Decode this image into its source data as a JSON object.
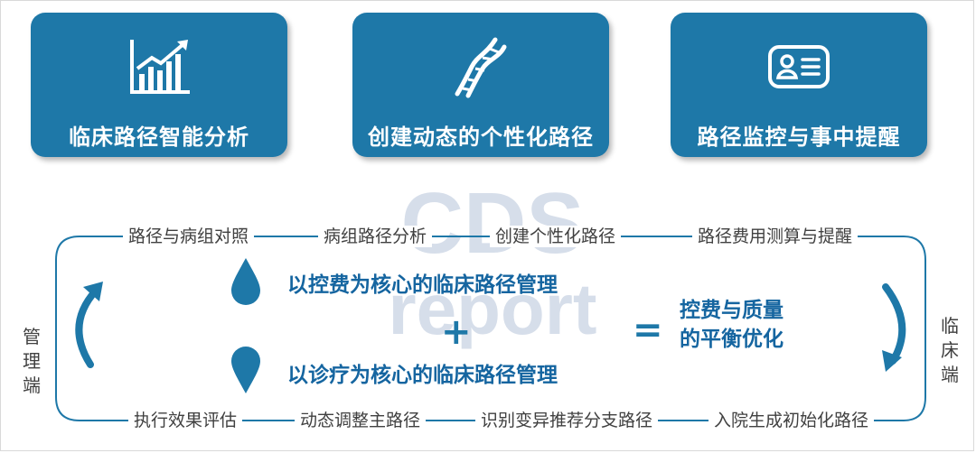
{
  "top_cards": [
    {
      "title": "临床路径智能分析",
      "icon": "bar-chart-trend-icon"
    },
    {
      "title": "创建动态的个性化路径",
      "icon": "dna-icon"
    },
    {
      "title": "路径监控与事中提醒",
      "icon": "id-card-icon"
    }
  ],
  "cycle": {
    "top_steps": [
      "路径与病组对照",
      "病组路径分析",
      "创建个性化路径",
      "路径费用测算与提醒"
    ],
    "bottom_steps": [
      "执行效果评估",
      "动态调整主路径",
      "识别变异推荐分支路径",
      "入院生成初始化路径"
    ],
    "left_label": "管理端",
    "right_label": "临床端"
  },
  "center": {
    "item1": "以控费为核心的临床路径管理",
    "item2": "以诊疗为核心的临床路径管理",
    "plus": "+",
    "equals": "=",
    "result_line1": "控费与质量",
    "result_line2": "的平衡优化"
  },
  "watermark": {
    "line1": "CDS",
    "line2": "report"
  },
  "colors": {
    "primary": "#1e78a8",
    "text_blue": "#1565a0",
    "line": "#1e78a8",
    "muted_text": "#404040"
  }
}
